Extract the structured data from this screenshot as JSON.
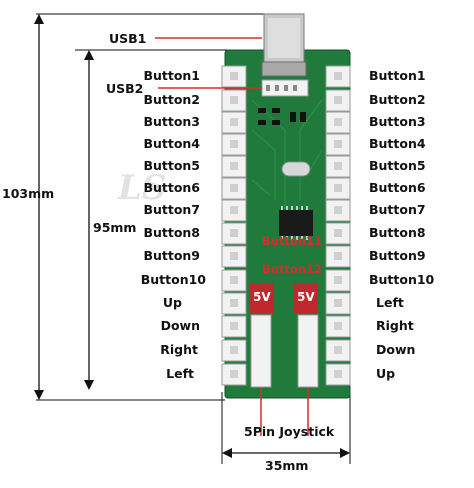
{
  "usb": {
    "usb1": "USB1",
    "usb2": "USB2"
  },
  "dimensions": {
    "overall_height": "103mm",
    "board_height": "95mm",
    "width": "35mm"
  },
  "left_labels": [
    "Button1",
    "Button2",
    "Button3",
    "Button4",
    "Button5",
    "Button6",
    "Button7",
    "Button8",
    "Button9",
    "Button10",
    "Up",
    "Down",
    "Right",
    "Left"
  ],
  "right_labels": [
    "Button1",
    "Button2",
    "Button3",
    "Button4",
    "Button5",
    "Button6",
    "Button7",
    "Button8",
    "Button9",
    "Button10",
    "Left",
    "Right",
    "Down",
    "Up"
  ],
  "board": {
    "button11": "Button11",
    "button12": "Button12",
    "v5_left": "5V",
    "v5_right": "5V",
    "joystick": "5Pin Joystick",
    "watermark": "LS"
  },
  "colors": {
    "pcb": "#1f7a3c",
    "accent_red": "#e3262d",
    "connector": "#f2f2f2"
  }
}
